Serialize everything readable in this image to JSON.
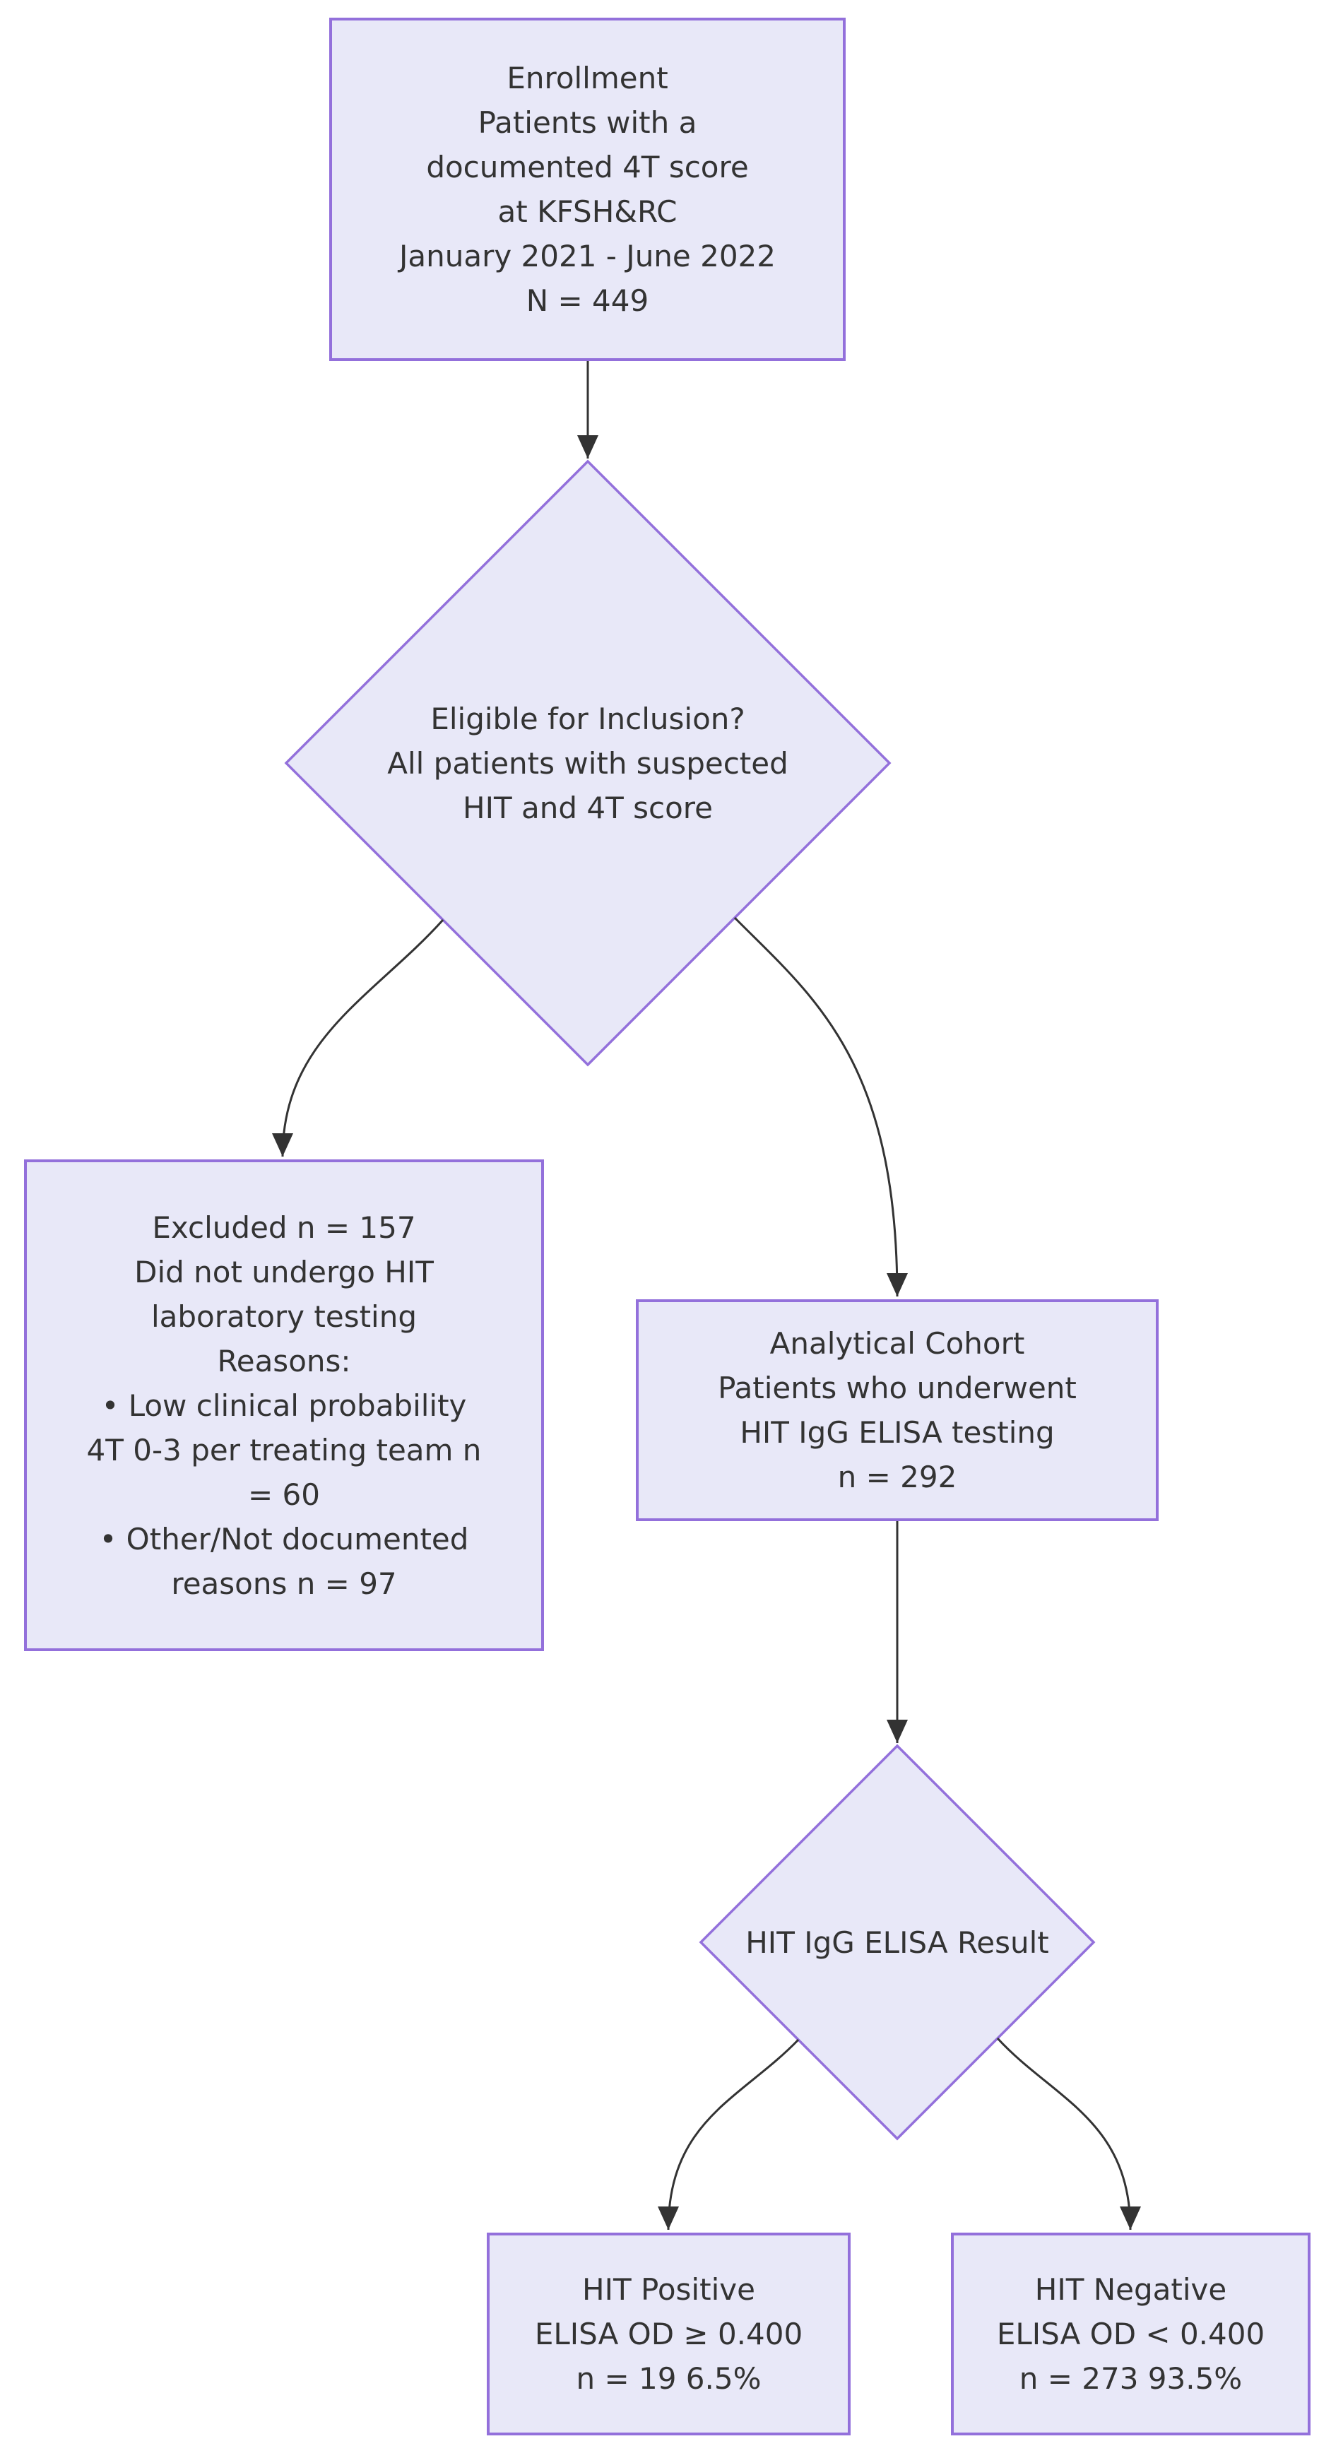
{
  "diagram": {
    "type": "flowchart",
    "direction": "top-down",
    "colors": {
      "node_fill": "#e8e8f8",
      "node_border": "#9370db",
      "edge_color": "#333333",
      "text_color": "#333333",
      "background": "#ffffff"
    },
    "nodes": {
      "enrollment": {
        "shape": "rectangle",
        "lines": [
          "Enrollment",
          "Patients with a",
          "documented 4T score",
          "at KFSH&RC",
          "January 2021 - June 2022",
          "N = 449"
        ]
      },
      "eligibility": {
        "shape": "diamond",
        "lines": [
          "Eligible for Inclusion?",
          "All patients with suspected",
          "HIT and 4T score"
        ]
      },
      "excluded": {
        "shape": "rectangle",
        "lines": [
          "Excluded n = 157",
          "Did not undergo HIT",
          "laboratory testing",
          "Reasons:",
          "• Low clinical probability",
          "4T 0-3 per treating team n",
          "= 60",
          "• Other/Not documented",
          "reasons n = 97"
        ]
      },
      "analytical": {
        "shape": "rectangle",
        "lines": [
          "Analytical Cohort",
          "Patients who underwent",
          "HIT IgG ELISA testing",
          "n = 292"
        ]
      },
      "elisa_result": {
        "shape": "diamond",
        "lines": [
          "HIT IgG ELISA Result"
        ]
      },
      "hit_positive": {
        "shape": "rectangle",
        "lines": [
          "HIT Positive",
          "ELISA OD ≥ 0.400",
          "n = 19 6.5%"
        ]
      },
      "hit_negative": {
        "shape": "rectangle",
        "lines": [
          "HIT Negative",
          "ELISA OD < 0.400",
          "n = 273 93.5%"
        ]
      }
    },
    "edges": [
      {
        "from": "enrollment",
        "to": "eligibility"
      },
      {
        "from": "eligibility",
        "to": "excluded"
      },
      {
        "from": "eligibility",
        "to": "analytical"
      },
      {
        "from": "analytical",
        "to": "elisa_result"
      },
      {
        "from": "elisa_result",
        "to": "hit_positive"
      },
      {
        "from": "elisa_result",
        "to": "hit_negative"
      }
    ]
  }
}
